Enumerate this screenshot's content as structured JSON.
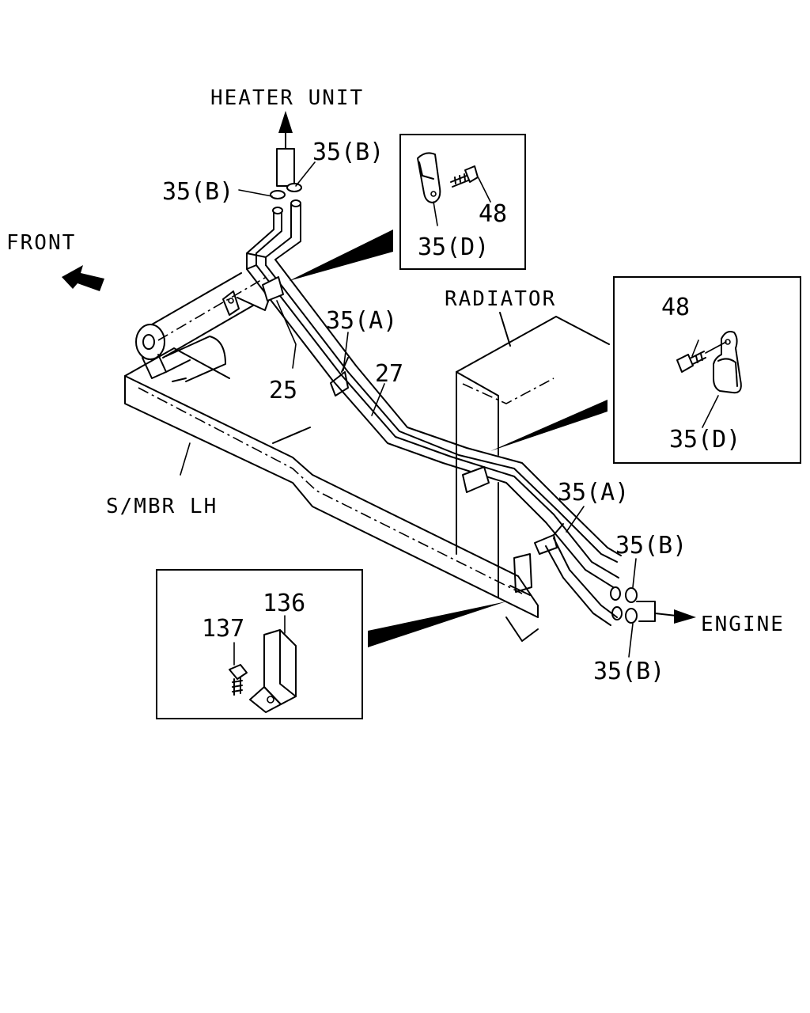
{
  "labels": {
    "heater_unit": "HEATER UNIT",
    "front": "FRONT",
    "radiator": "RADIATOR",
    "smbr_lh": "S/MBR LH",
    "engine": "ENGINE"
  },
  "callouts": {
    "c35b_top_right": "35(B)",
    "c35b_top_left": "35(B)",
    "c25": "25",
    "c27": "27",
    "c35a_upper": "35(A)",
    "c35a_lower": "35(A)",
    "c35b_bottom_upper": "35(B)",
    "c35b_bottom_lower": "35(B)"
  },
  "detail_boxes": {
    "top": {
      "bolt": "48",
      "clip": "35(D)"
    },
    "right": {
      "bolt": "48",
      "clip": "35(D)"
    },
    "bottom": {
      "bracket": "136",
      "bolt": "137"
    }
  },
  "icons": {
    "front_arrow": "arrow-left-icon",
    "heater_arrow": "arrow-up-icon",
    "engine_arrow": "arrow-right-icon"
  }
}
